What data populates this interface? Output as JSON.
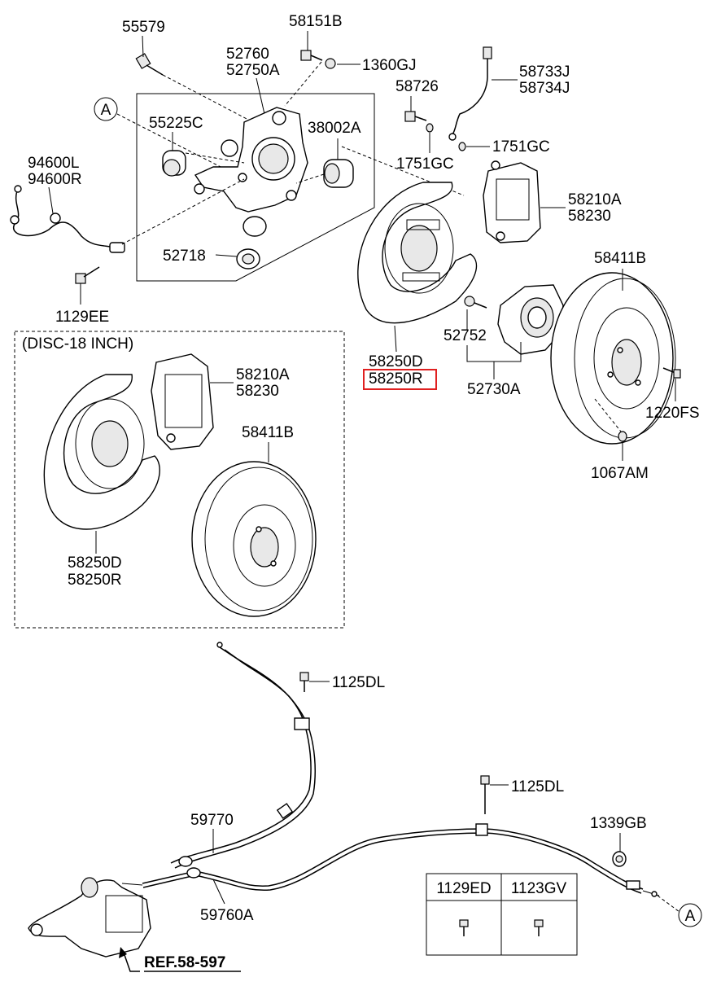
{
  "labels": {
    "p55579": "55579",
    "p58151b": "58151B",
    "p52760": "52760",
    "p52750a": "52750A",
    "p1360gj": "1360GJ",
    "p58733j": "58733J",
    "p58734j": "58734J",
    "p58726": "58726",
    "p55225c": "55225C",
    "p38002a": "38002A",
    "p1751gc_a": "1751GC",
    "p1751gc_b": "1751GC",
    "p94600l": "94600L",
    "p94600r": "94600R",
    "p58210a": "58210A",
    "p58230": "58230",
    "p52718": "52718",
    "p58411b": "58411B",
    "p1129ee": "1129EE",
    "p52752": "52752",
    "p58250d": "58250D",
    "p58250r": "58250R",
    "p52730a": "52730A",
    "p1220fs": "1220FS",
    "p1067am": "1067AM",
    "disc_title": "(DISC-18 INCH)",
    "d58210a": "58210A",
    "d58230": "58230",
    "d58411b": "58411B",
    "d58250d": "58250D",
    "d58250r": "58250R",
    "p1125dl_a": "1125DL",
    "p1125dl_b": "1125DL",
    "p1339gb": "1339GB",
    "p59770": "59770",
    "p59760a": "59760A",
    "ref": "REF.58-597",
    "callout_a1": "A",
    "callout_a2": "A"
  },
  "table": {
    "headers": [
      "1129ED",
      "1123GV"
    ]
  },
  "highlight": {
    "part": "58250R",
    "color": "#e02020"
  }
}
